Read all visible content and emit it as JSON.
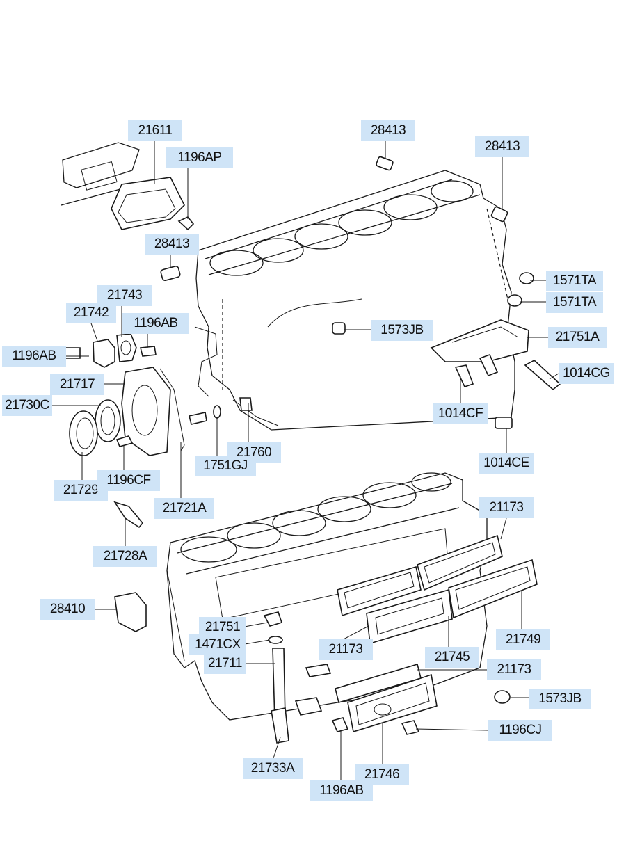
{
  "diagram": {
    "background": "#ffffff",
    "callout_color": "#cfe4f7",
    "line_color": "#1a1a1a",
    "callouts": [
      {
        "id": "c01",
        "text": "21611"
      },
      {
        "id": "c02",
        "text": "1196AP"
      },
      {
        "id": "c03",
        "text": "28413"
      },
      {
        "id": "c04",
        "text": "28413"
      },
      {
        "id": "c05",
        "text": "28413"
      },
      {
        "id": "c06",
        "text": "21743"
      },
      {
        "id": "c07",
        "text": "21742"
      },
      {
        "id": "c08",
        "text": "1196AB"
      },
      {
        "id": "c09",
        "text": "1196AB"
      },
      {
        "id": "c10",
        "text": "21717"
      },
      {
        "id": "c11",
        "text": "21730C"
      },
      {
        "id": "c12",
        "text": "1571TA"
      },
      {
        "id": "c13",
        "text": "1571TA"
      },
      {
        "id": "c14",
        "text": "1573JB"
      },
      {
        "id": "c15",
        "text": "21751A"
      },
      {
        "id": "c16",
        "text": "1014CG"
      },
      {
        "id": "c17",
        "text": "1014CF"
      },
      {
        "id": "c18",
        "text": "21760"
      },
      {
        "id": "c19",
        "text": "1751GJ"
      },
      {
        "id": "c20",
        "text": "1014CE"
      },
      {
        "id": "c21",
        "text": "21729"
      },
      {
        "id": "c22",
        "text": "1196CF"
      },
      {
        "id": "c23",
        "text": "21721A"
      },
      {
        "id": "c24",
        "text": "21173"
      },
      {
        "id": "c25",
        "text": "21728A"
      },
      {
        "id": "c26",
        "text": "28410"
      },
      {
        "id": "c27",
        "text": "21751"
      },
      {
        "id": "c28",
        "text": "1471CX"
      },
      {
        "id": "c29",
        "text": "21711"
      },
      {
        "id": "c30",
        "text": "21173"
      },
      {
        "id": "c31",
        "text": "21749"
      },
      {
        "id": "c32",
        "text": "21745"
      },
      {
        "id": "c33",
        "text": "21173"
      },
      {
        "id": "c34",
        "text": "1573JB"
      },
      {
        "id": "c35",
        "text": "1196CJ"
      },
      {
        "id": "c36",
        "text": "21733A"
      },
      {
        "id": "c37",
        "text": "21746"
      },
      {
        "id": "c38",
        "text": "1196AB"
      }
    ]
  }
}
